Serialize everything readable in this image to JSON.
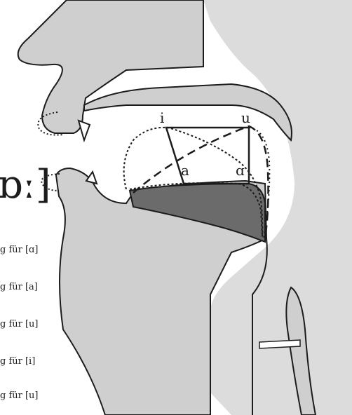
{
  "heading_fragment": "ɒː]",
  "vowel_labels": {
    "i": "i",
    "u": "u",
    "a": "a",
    "open_back": "ɑ"
  },
  "legend_fragments": [
    "g für [ɑ]",
    "g für [a]",
    "g für [u]",
    "g für [i]",
    "g für [u]"
  ],
  "colors": {
    "tissue": "#cfcfcf",
    "tissue_light": "#dcdcdc",
    "ink": "#1c1c1c",
    "tongue_dark": "#6b6b6b",
    "background": "#ffffff"
  }
}
